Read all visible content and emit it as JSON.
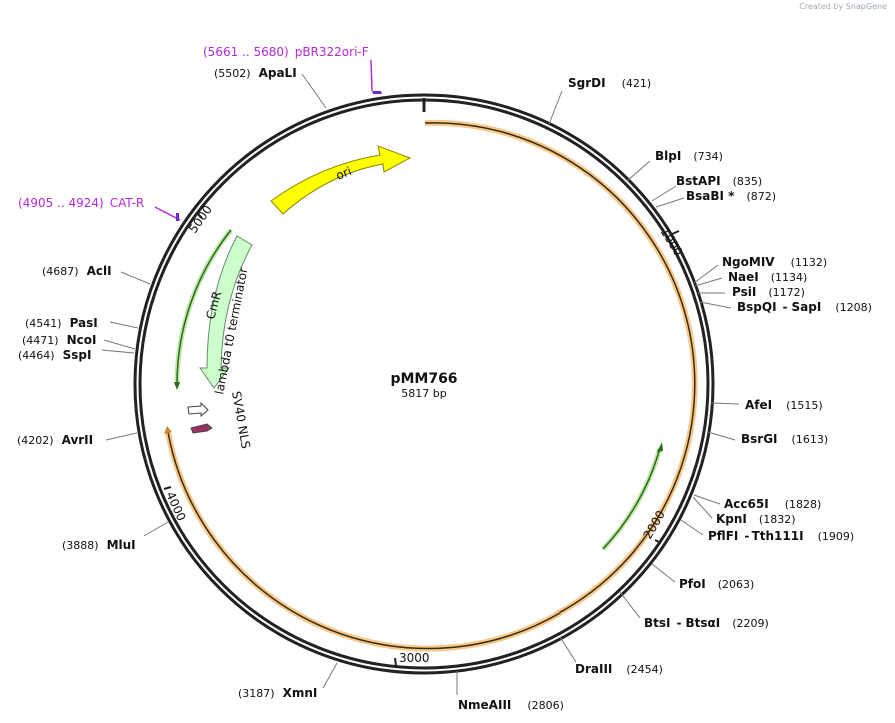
{
  "credit": {
    "text": "Created by",
    "brand": "SnapGene"
  },
  "plasmid": {
    "name": "pMM766",
    "length": "5817 bp"
  },
  "tick_labels": [
    "1000",
    "2000",
    "3000",
    "4000",
    "5000"
  ],
  "features": [
    {
      "label": "ori",
      "color": "#ffff00"
    },
    {
      "label": "CmR",
      "color": "#ccffcc"
    },
    {
      "label": "lambda t0 terminator",
      "color": "#ffffff"
    },
    {
      "label": "SV40 NLS",
      "color": "#993366"
    }
  ],
  "sites": [
    {
      "name": "SgrDI",
      "pos": "(421)"
    },
    {
      "name": "BlpI",
      "pos": "(734)"
    },
    {
      "name": "BstAPI",
      "pos": "(835)"
    },
    {
      "name": "BsaBI *",
      "pos": "(872)"
    },
    {
      "name": "NgoMIV",
      "pos": "(1132)"
    },
    {
      "name": "NaeI",
      "pos": "(1134)"
    },
    {
      "name": "PsiI",
      "pos": "(1172)"
    },
    {
      "name": "BspQI",
      "sep": "-",
      "name2": "SapI",
      "pos": "(1208)"
    },
    {
      "name": "AfeI",
      "pos": "(1515)"
    },
    {
      "name": "BsrGI",
      "pos": "(1613)"
    },
    {
      "name": "Acc65I",
      "pos": "(1828)"
    },
    {
      "name": "KpnI",
      "pos": "(1832)"
    },
    {
      "name": "PflFI",
      "sep": "-",
      "name2": "Tth111I",
      "pos": "(1909)"
    },
    {
      "name": "PfoI",
      "pos": "(2063)"
    },
    {
      "name": "BtsI",
      "sep": "-",
      "name2": "BtsαI",
      "pos": "(2209)"
    },
    {
      "name": "DraIII",
      "pos": "(2454)"
    },
    {
      "name": "NmeAIII",
      "pos": "(2806)"
    },
    {
      "name": "XmnI",
      "pos": "(3187)"
    },
    {
      "name": "MluI",
      "pos": "(3888)"
    },
    {
      "name": "AvrII",
      "pos": "(4202)"
    },
    {
      "name": "SspI",
      "pos": "(4464)"
    },
    {
      "name": "NcoI",
      "pos": "(4471)"
    },
    {
      "name": "PasI",
      "pos": "(4541)"
    },
    {
      "name": "AclI",
      "pos": "(4687)"
    },
    {
      "name": "ApaLI",
      "pos": "(5502)"
    }
  ],
  "primers": [
    {
      "range": "(5661 .. 5680)",
      "name": "pBR322ori-F",
      "color": "#b32bd6"
    },
    {
      "range": "(4905 .. 4924)",
      "name": "CAT-R",
      "color": "#b32bd6"
    }
  ]
}
